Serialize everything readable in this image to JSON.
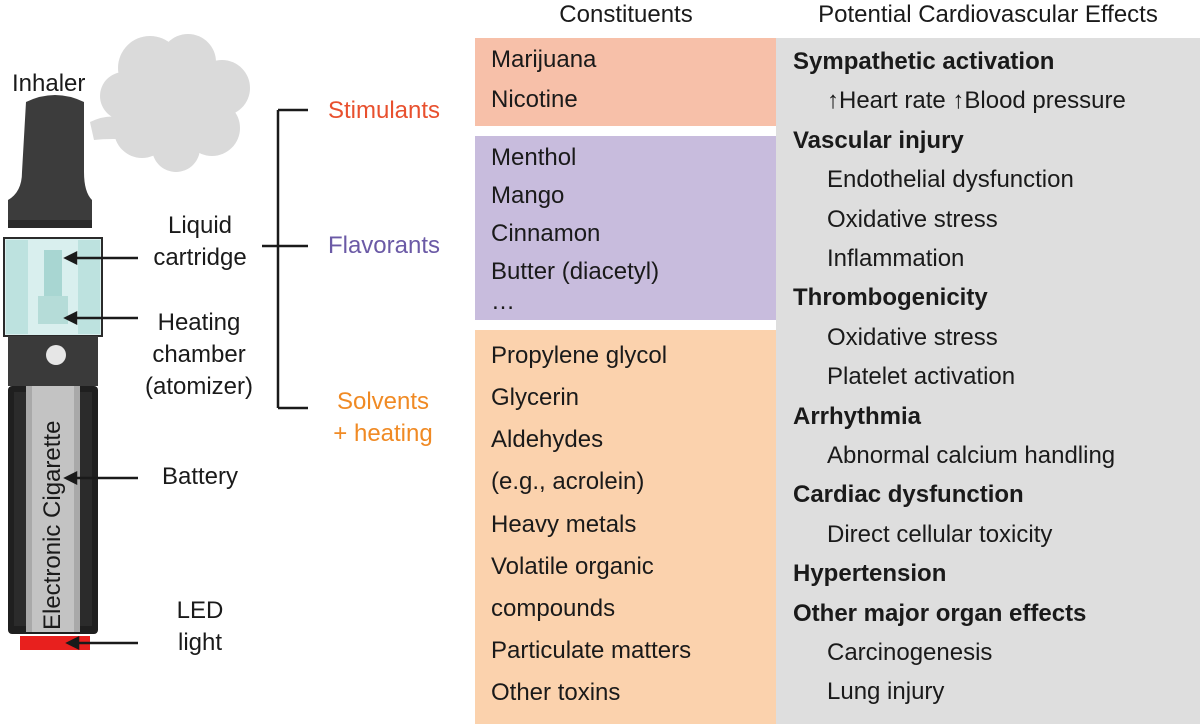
{
  "device": {
    "labels": {
      "inhaler": "Inhaler",
      "liquid_cartridge": [
        "Liquid",
        "cartridge"
      ],
      "heating_chamber": [
        "Heating",
        "chamber",
        "(atomizer)"
      ],
      "battery": "Battery",
      "led_light": [
        "LED",
        "light"
      ]
    },
    "body_text": "Electronic Cigarette"
  },
  "categories": {
    "stimulants": {
      "label": "Stimulants",
      "color": "#e8502e"
    },
    "flavorants": {
      "label": "Flavorants",
      "color": "#6b5aa6"
    },
    "solvents": {
      "label": [
        "Solvents",
        "+ heating"
      ],
      "color": "#f08a24"
    }
  },
  "constituents": {
    "header": "Constituents",
    "stimulants": {
      "color": "#f7c0a9",
      "items": [
        "Marijuana",
        "Nicotine"
      ]
    },
    "flavorants": {
      "color": "#c8bcdd",
      "items": [
        "Menthol",
        "Mango",
        "Cinnamon",
        "Butter (diacetyl)",
        "…"
      ]
    },
    "solvents": {
      "color": "#fbd2ad",
      "items": [
        "Propylene glycol",
        "Glycerin",
        "Aldehydes",
        "(e.g., acrolein)",
        "Heavy metals",
        "Volatile organic",
        "compounds",
        "Particulate matters",
        "Other toxins"
      ]
    }
  },
  "effects": {
    "header": "Potential Cardiovascular Effects",
    "items": [
      {
        "text": "Sympathetic activation",
        "level": "h"
      },
      {
        "text": "↑Heart rate  ↑Blood pressure",
        "level": "s"
      },
      {
        "text": "Vascular injury",
        "level": "h"
      },
      {
        "text": "Endothelial dysfunction",
        "level": "s"
      },
      {
        "text": "Oxidative stress",
        "level": "s"
      },
      {
        "text": "Inflammation",
        "level": "s"
      },
      {
        "text": "Thrombogenicity",
        "level": "h"
      },
      {
        "text": "Oxidative stress",
        "level": "s"
      },
      {
        "text": "Platelet activation",
        "level": "s"
      },
      {
        "text": "Arrhythmia",
        "level": "h"
      },
      {
        "text": "Abnormal calcium handling",
        "level": "s"
      },
      {
        "text": "Cardiac dysfunction",
        "level": "h"
      },
      {
        "text": "Direct cellular toxicity",
        "level": "s"
      },
      {
        "text": "Hypertension",
        "level": "h"
      },
      {
        "text": "Other major organ effects",
        "level": "h"
      },
      {
        "text": "Carcinogenesis",
        "level": "s"
      },
      {
        "text": "Lung injury",
        "level": "s"
      }
    ]
  }
}
